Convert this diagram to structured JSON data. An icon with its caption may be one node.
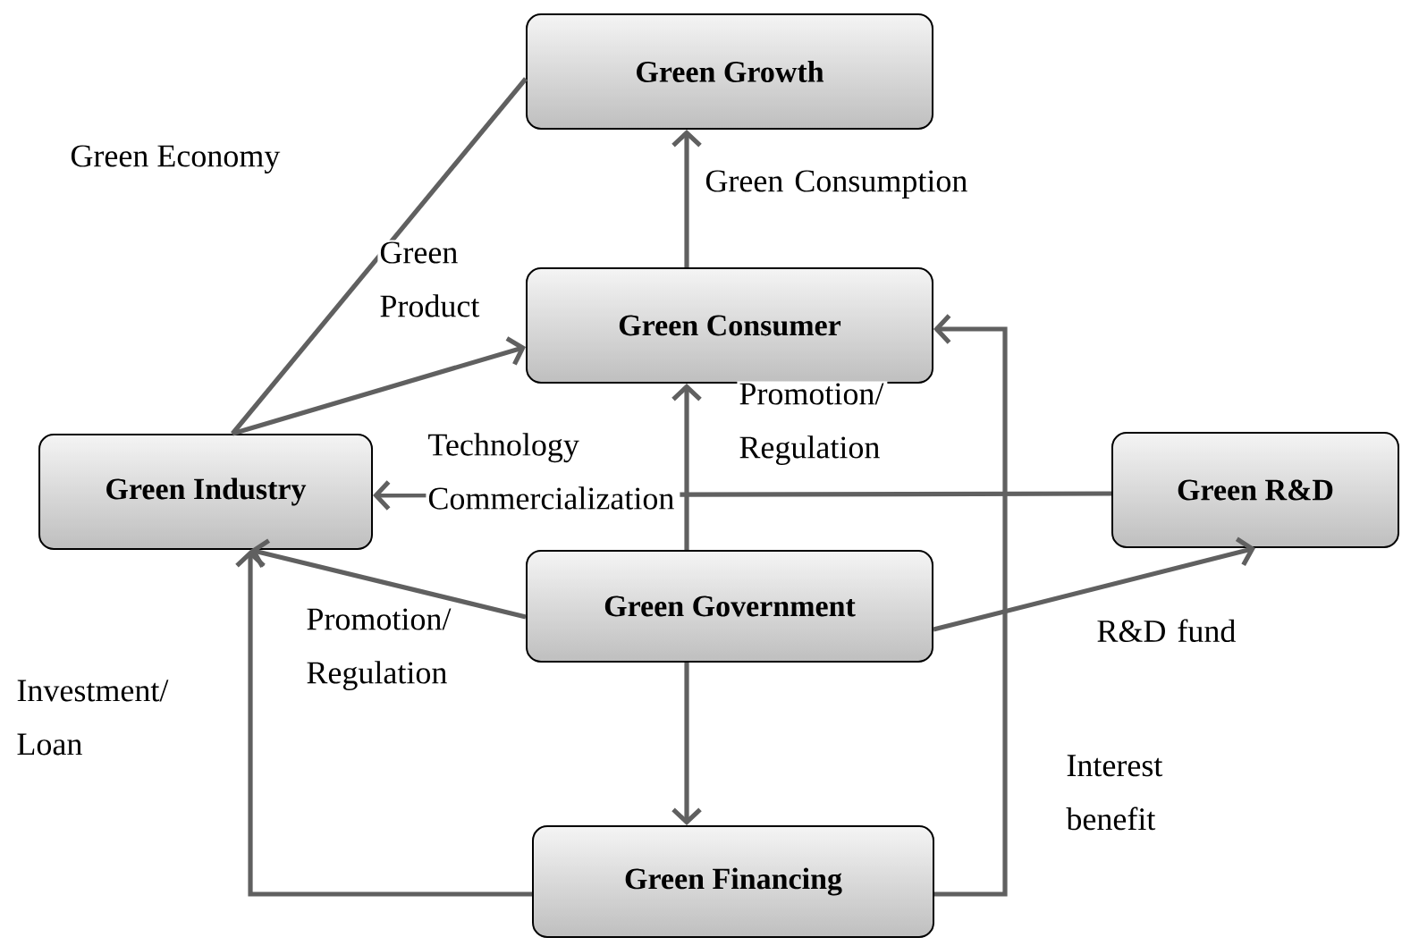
{
  "diagram": {
    "nodes": [
      {
        "text": [
          "Green Growth"
        ]
      },
      {
        "text": [
          "Green Consumer"
        ]
      },
      {
        "text": [
          "Green Industry"
        ]
      },
      {
        "text": [
          "Green R&D"
        ]
      },
      {
        "text": [
          "Green Government"
        ]
      },
      {
        "text": [
          "Green Financing"
        ]
      }
    ],
    "edges": [
      {
        "from": 2,
        "to": 0,
        "arrow": "none"
      },
      {
        "from": 2,
        "to": 1,
        "arrow": "to",
        "label": "Green Product"
      },
      {
        "from": 1,
        "to": 0,
        "arrow": "to",
        "label": "Green Consumption"
      },
      {
        "from": 4,
        "to": 1,
        "arrow": "to",
        "label": "Promotion/ Regulation"
      },
      {
        "from": 3,
        "to": 2,
        "arrow": "to",
        "label": "Technology Commercialization"
      },
      {
        "from": 4,
        "to": 2,
        "arrow": "to",
        "label": "Promotion/ Regulation"
      },
      {
        "from": 4,
        "to": 3,
        "arrow": "to",
        "label": "R&D fund"
      },
      {
        "from": 4,
        "to": 5,
        "arrow": "to"
      },
      {
        "from": 5,
        "to": 2,
        "arrow": "to",
        "label": "Investment/ Loan"
      },
      {
        "from": 5,
        "to": 1,
        "arrow": "to",
        "label": "Interest benefit"
      }
    ],
    "labels": [
      "Green Economy"
    ]
  }
}
